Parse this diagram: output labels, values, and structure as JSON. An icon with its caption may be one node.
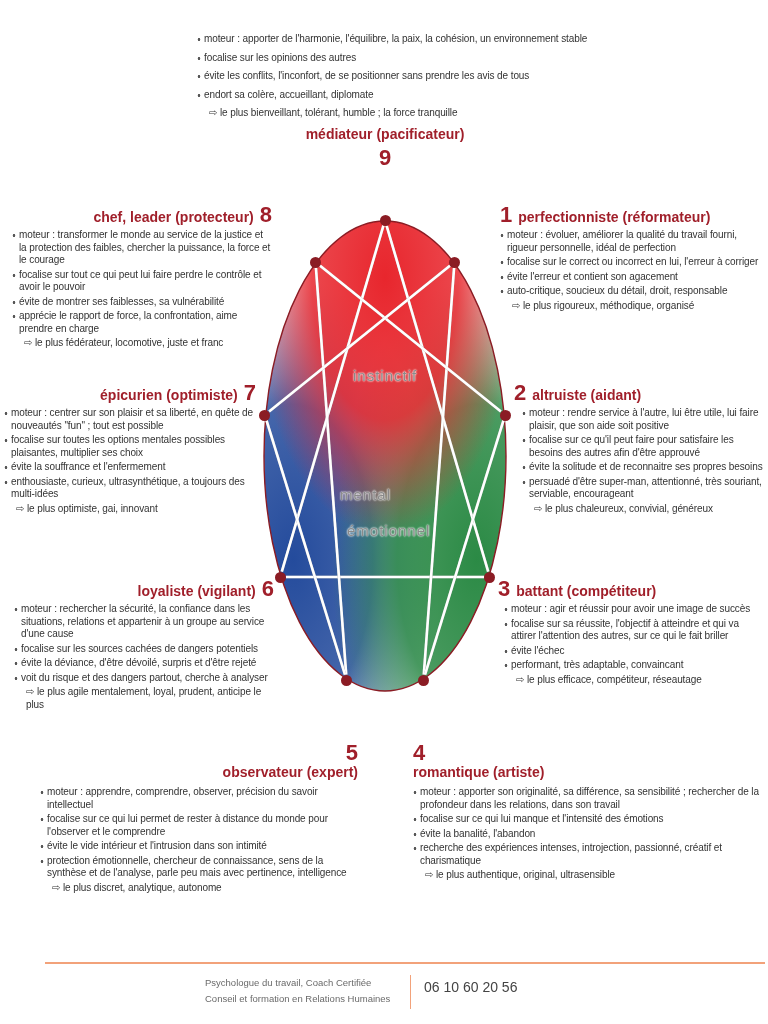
{
  "diagram": {
    "nodes": [
      {
        "text": [],
        "shape": "circle",
        "beside": [
          "moteur : apporter de l'harmonie, l'équilibre, la paix, la cohésion, un environnement stable",
          "focalise sur les opinions des autres",
          "évite les conflits, l'inconfort, de se positionner sans prendre les avis de tous",
          "endort sa colère, accueillant, diplomate",
          "⇨ le plus bienveillant, tolérant, humble ; la force tranquille",
          "médiateur (pacificateur)",
          "9"
        ]
      },
      {
        "text": [],
        "shape": "circle",
        "beside": [
          "chef, leader (protecteur)",
          "8",
          "moteur : transformer le monde au service de la justice et la protection des faibles, chercher la puissance, la force et le courage",
          "focalise sur tout ce qui peut lui faire perdre le contrôle et avoir le pouvoir",
          "évite de montrer ses faiblesses, sa vulnérabilité",
          "apprécie le rapport de force, la confrontation, aime prendre en charge",
          "⇨ le plus fédérateur, locomotive, juste et franc"
        ]
      },
      {
        "text": [],
        "shape": "circle",
        "beside": [
          "1",
          "perfectionniste (réformateur)",
          "moteur : évoluer, améliorer la qualité du travail fourni, rigueur personnelle, idéal de perfection",
          "focalise sur le correct ou incorrect en lui, l'erreur à corriger",
          "évite l'erreur et contient son agacement",
          "auto-critique, soucieux du détail, droit, responsable",
          "⇨ le plus rigoureux, méthodique, organisé"
        ]
      },
      {
        "text": [],
        "shape": "circle",
        "beside": [
          "épicurien (optimiste)",
          "7",
          "moteur : centrer sur son plaisir et sa liberté, en quête de nouveautés \"fun\" ; tout est possible",
          "focalise sur toutes les options mentales possibles plaisantes, multiplier ses choix",
          "évite la souffrance et l'enfermement",
          "enthousiaste, curieux, ultrasynthétique, a toujours des multi-idées",
          "⇨ le plus optimiste, gai, innovant"
        ]
      },
      {
        "text": [],
        "shape": "circle",
        "beside": [
          "2",
          "altruiste (aidant)",
          "moteur : rendre service à l'autre, lui être utile, lui faire plaisir, que son aide soit positive",
          "focalise sur ce qu'il peut faire pour satisfaire les besoins des autres afin d'être approuvé",
          "évite la solitude et de reconnaitre ses propres besoins",
          "persuadé d'être super-man, attentionné, très souriant, serviable, encourageant",
          "⇨ le plus chaleureux, convivial, généreux"
        ]
      },
      {
        "text": [],
        "shape": "circle",
        "beside": [
          "loyaliste (vigilant)",
          "6",
          "moteur : rechercher la sécurité, la confiance dans les situations, relations et appartenir à un groupe au service d'une cause",
          "focalise sur les sources cachées de dangers potentiels",
          "évite la déviance, d'être dévoilé, surpris et d'être rejeté",
          "voit du risque et des dangers partout, cherche à analyser",
          "⇨ le plus agile mentalement, loyal, prudent, anticipe le plus"
        ]
      },
      {
        "text": [],
        "shape": "circle",
        "beside": [
          "3",
          "battant (compétiteur)",
          "moteur : agir et réussir pour avoir une image de succès",
          "focalise sur sa réussite, l'objectif à atteindre et qui va attirer l'attention des autres, sur ce qui le fait briller",
          "évite l'échec",
          "performant, très adaptable, convaincant",
          "⇨ le plus efficace, compétiteur, réseautage"
        ]
      },
      {
        "text": [],
        "shape": "circle",
        "beside": [
          "5",
          "observateur (expert)",
          "moteur : apprendre, comprendre, observer, précision du savoir intellectuel",
          "focalise sur ce qui lui permet de rester à distance du monde pour l'observer et le comprendre",
          "évite le vide intérieur et l'intrusion dans son intimité",
          "protection émotionnelle, chercheur de connaissance, sens de la synthèse et de l'analyse, parle peu mais avec pertinence, intelligence",
          "⇨ le plus discret, analytique, autonome"
        ]
      },
      {
        "text": [],
        "shape": "circle",
        "beside": [
          "4",
          "romantique (artiste)",
          "moteur : apporter son originalité, sa différence, sa sensibilité ; rechercher de la profondeur dans les relations, dans son travail",
          "focalise sur ce qui lui manque et l'intensité des émotions",
          "évite la banalité, l'abandon",
          "recherche des expériences intenses, introjection, passionné, créatif et charismatique",
          "⇨ le plus authentique, original, ultrasensible"
        ]
      }
    ],
    "edges": [
      {
        "from": 0,
        "to": 6,
        "arrow": "none"
      },
      {
        "from": 6,
        "to": 5,
        "arrow": "none"
      },
      {
        "from": 5,
        "to": 0,
        "arrow": "none"
      },
      {
        "from": 2,
        "to": 8,
        "arrow": "none"
      },
      {
        "from": 8,
        "to": 4,
        "arrow": "none"
      },
      {
        "from": 4,
        "to": 1,
        "arrow": "none"
      },
      {
        "from": 1,
        "to": 7,
        "arrow": "none"
      },
      {
        "from": 7,
        "to": 3,
        "arrow": "none"
      },
      {
        "from": 3,
        "to": 2,
        "arrow": "none"
      }
    ],
    "labels": [
      "instinctif",
      "mental",
      "émotionnel",
      "Psychologue du travail, Coach Certifiée",
      "Conseil et formation en Relations Humaines",
      "06 10 60 20 56"
    ]
  }
}
